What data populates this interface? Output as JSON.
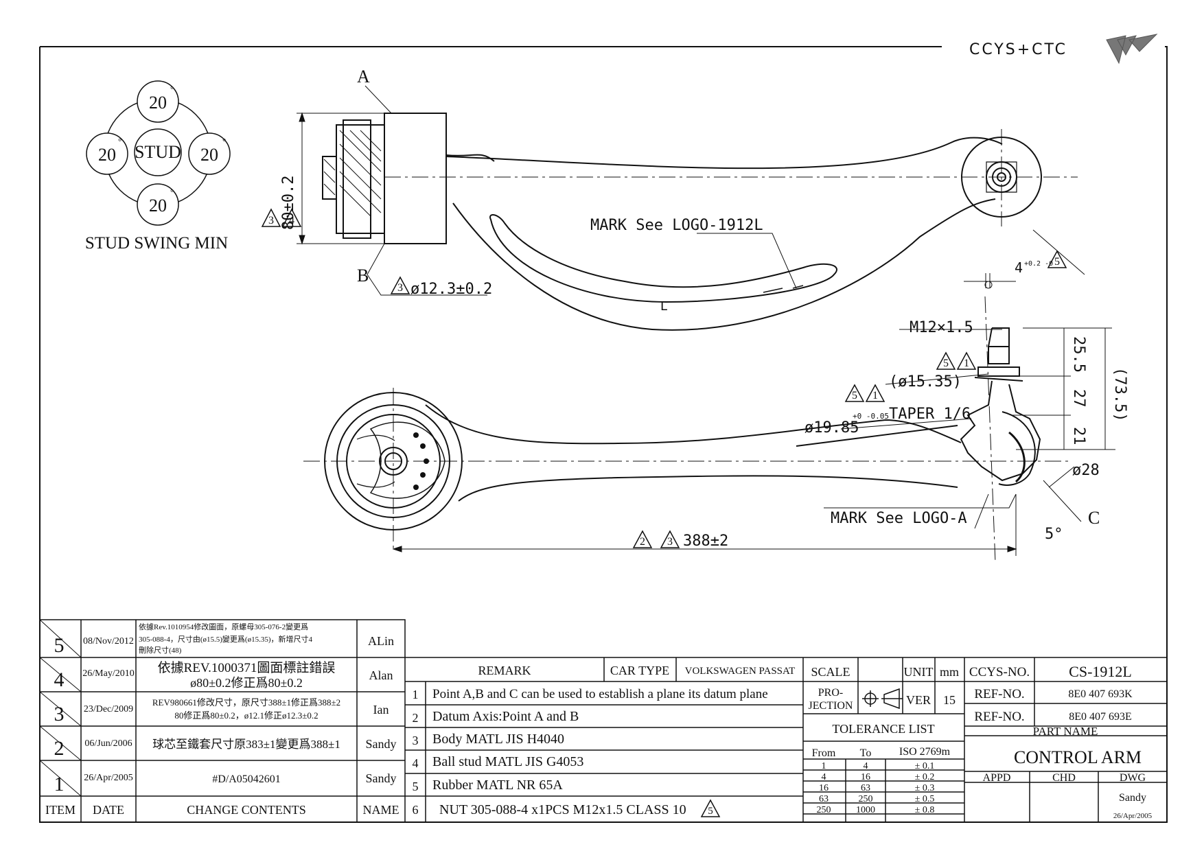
{
  "logo": {
    "text": "CCYS+CTC"
  },
  "stud_swing": {
    "title": "STUD SWING MIN",
    "center": "STUD",
    "angle": "20",
    "degree": "°"
  },
  "callouts": {
    "A": "A",
    "B": "B",
    "C": "C",
    "L": "L",
    "rev3": "3",
    "rev4": "4",
    "rev5": "5",
    "rev1": "1",
    "rev2": "2",
    "height": "80±0.2",
    "bore": "ø12.3±0.2",
    "mark_top": "MARK See LOGO-1912L",
    "mark_bottom": "MARK See LOGO-A",
    "thickness": "4",
    "thickness_tol": "+0.2 -0",
    "thread": "M12×1.5",
    "dia_ref": "(ø15.35)",
    "taper": "ø19.85",
    "taper_tol": "+0 -0.05",
    "taper_text": "TAPER 1/6",
    "d255": "25.5",
    "d27": "27",
    "d21": "21",
    "d735": "(73.5)",
    "d28": "ø28",
    "angle5": "5°",
    "length": "388±2"
  },
  "revisions": {
    "rows": [
      {
        "rev": "5",
        "date": "08/Nov/2012",
        "content_lines": [
          "依據Rev.1010954修改圖面，原螺母305-076-2變更爲",
          "305-088-4，尺寸由(ø15.5)變更爲(ø15.35)，新增尺寸4",
          "刪除尺寸(48)"
        ],
        "name": "ALin"
      },
      {
        "rev": "4",
        "date": "26/May/2010",
        "content_lines": [
          "依據REV.1000371圖面標註錯誤",
          "ø80±0.2修正爲80±0.2"
        ],
        "name": "Alan"
      },
      {
        "rev": "3",
        "date": "23/Dec/2009",
        "content_lines": [
          "REV980661修改尺寸，原尺寸388±1修正爲388±2",
          "80修正爲80±0.2，ø12.1修正ø12.3±0.2"
        ],
        "name": "Ian"
      },
      {
        "rev": "2",
        "date": "06/Jun/2006",
        "content_lines": [
          "球芯至鐵套尺寸原383±1變更爲388±1"
        ],
        "name": "Sandy"
      },
      {
        "rev": "1",
        "date": "26/Apr/2005",
        "content_lines": [
          "#D/A05042601"
        ],
        "name": "Sandy"
      }
    ],
    "headers": {
      "item": "ITEM",
      "date": "DATE",
      "change": "CHANGE CONTENTS",
      "name": "NAME"
    }
  },
  "remarks": {
    "header": "REMARK",
    "car_type_label": "CAR TYPE",
    "car_type": "VOLKSWAGEN PASSAT",
    "items": [
      {
        "n": "1",
        "text": "Point A,B and C can be used to establish a plane its datum plane"
      },
      {
        "n": "2",
        "text": "Datum Axis:Point A and B"
      },
      {
        "n": "3",
        "text": "Body MATL JIS H4040"
      },
      {
        "n": "4",
        "text": "Ball stud MATL JIS G4053"
      },
      {
        "n": "5",
        "text": "Rubber MATL NR 65A"
      },
      {
        "n": "6",
        "text": "NUT 305-088-4 x1PCS M12x1.5 CLASS 10"
      }
    ]
  },
  "title_block": {
    "scale_label": "SCALE",
    "unit_label": "UNIT",
    "unit": "mm",
    "projection_label_1": "PRO-",
    "projection_label_2": "JECTION",
    "ver_label": "VER",
    "ver": "15",
    "tolerance_title": "TOLERANCE LIST",
    "tol_headers": [
      "From",
      "To",
      "ISO 2769m"
    ],
    "tolerances": [
      [
        "1",
        "4",
        "± 0.1"
      ],
      [
        "4",
        "16",
        "± 0.2"
      ],
      [
        "16",
        "63",
        "± 0.3"
      ],
      [
        "63",
        "250",
        "± 0.5"
      ],
      [
        "250",
        "1000",
        "± 0.8"
      ]
    ],
    "ccys_no_label": "CCYS-NO.",
    "ccys_no": "CS-1912L",
    "ref1_label": "REF-NO.",
    "ref1": "8E0 407 693K",
    "ref2_label": "REF-NO.",
    "ref2": "8E0 407 693E",
    "part_name_label": "PART NAME",
    "part_name": "CONTROL ARM",
    "appd": "APPD",
    "chd": "CHD",
    "dwg": "DWG",
    "dwg_name": "Sandy",
    "dwg_date": "26/Apr/2005"
  }
}
